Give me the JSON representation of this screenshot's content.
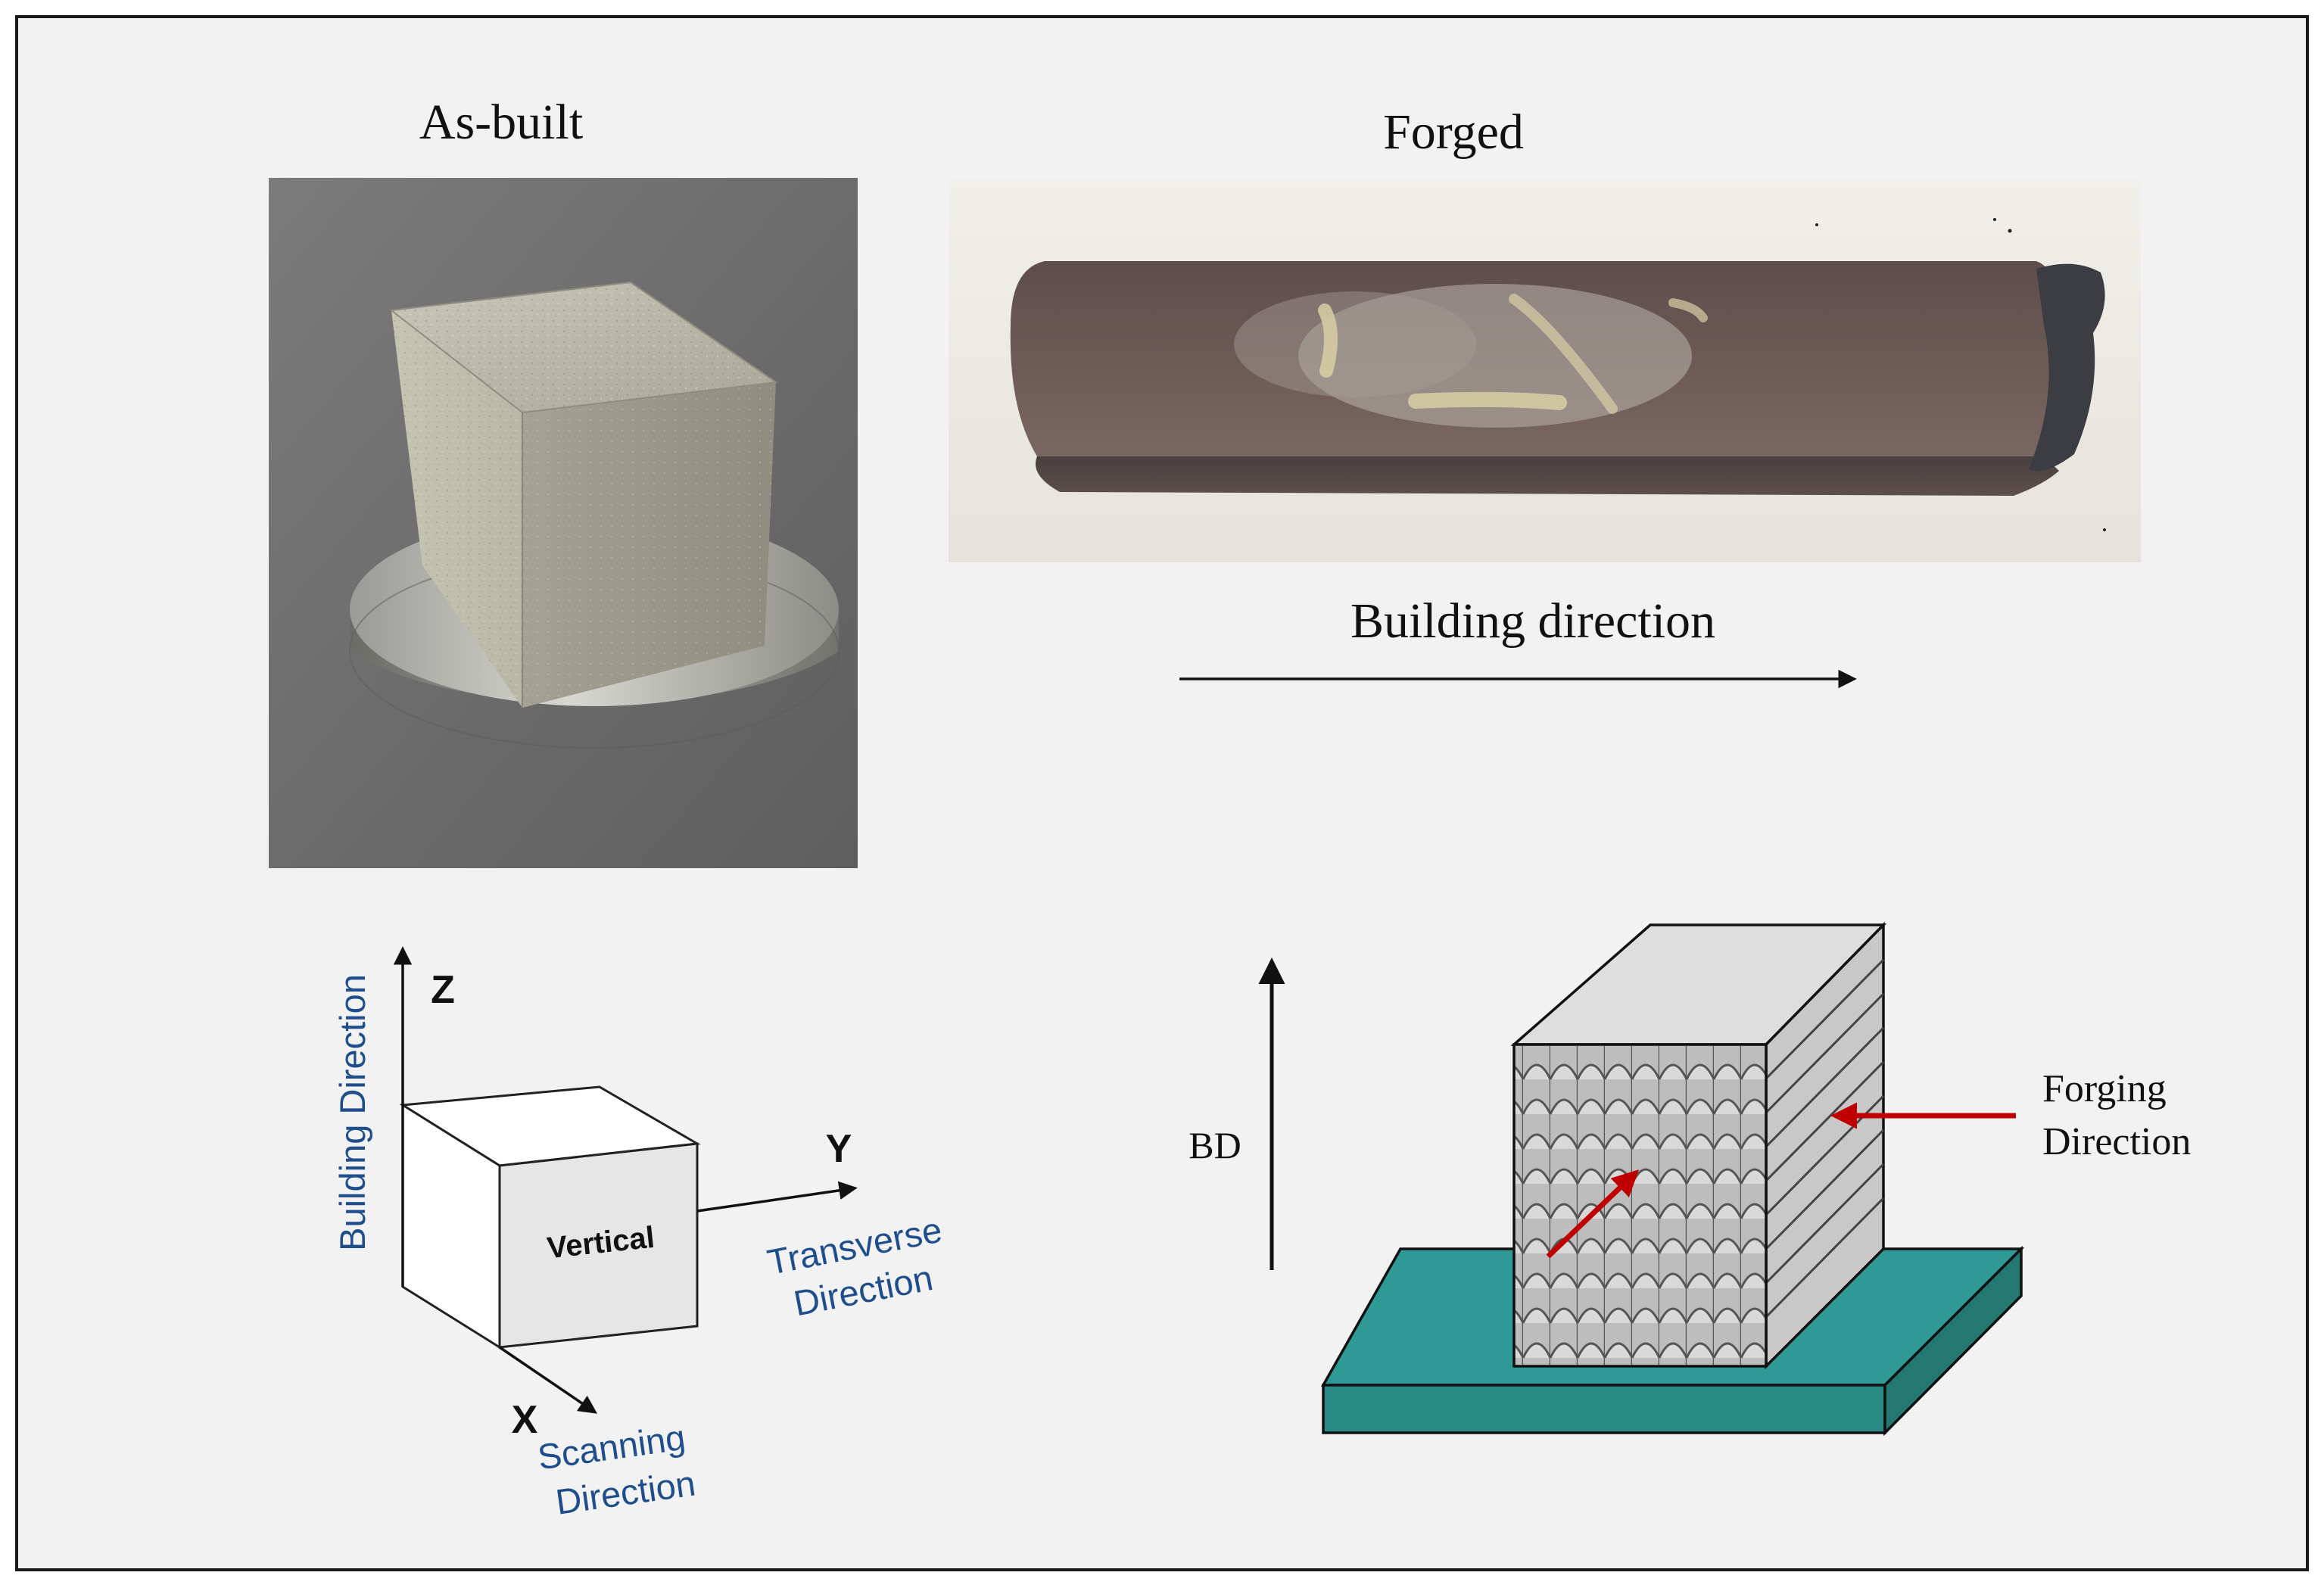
{
  "photo_panel": {
    "as_built_title": "As-built",
    "forged_title": "Forged",
    "building_direction_label": "Building direction"
  },
  "axes_diagram": {
    "z_label": "Z",
    "y_label": "Y",
    "x_label": "X",
    "z_caption": "Building Direction",
    "y_caption_line1": "Transverse",
    "y_caption_line2": "Direction",
    "x_caption_line1": "Scanning",
    "x_caption_line2": "Direction",
    "cube_face_label": "Vertical"
  },
  "forging_diagram": {
    "bd_label": "BD",
    "forging_label_line1": "Forging",
    "forging_label_line2": "Direction"
  },
  "colors": {
    "background": "#f2f2f2",
    "frame": "#1a1a1a",
    "accent_blue": "#1f4e8c",
    "arrow_red": "#c00000",
    "build_plate_teal": "#2f9a95"
  }
}
